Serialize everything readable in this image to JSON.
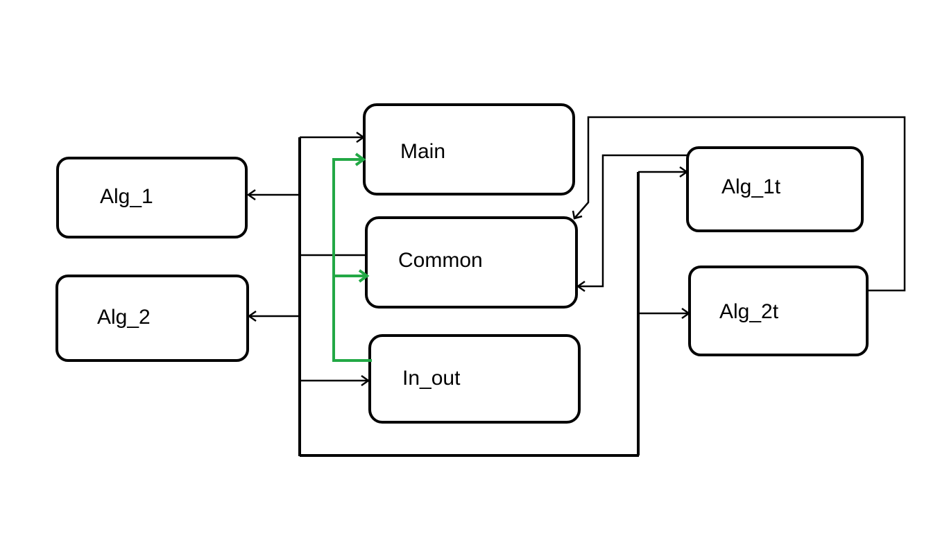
{
  "diagram": {
    "nodes": {
      "alg_1": {
        "label": "Alg_1"
      },
      "alg_2": {
        "label": "Alg_2"
      },
      "main": {
        "label": "Main"
      },
      "common": {
        "label": "Common"
      },
      "in_out": {
        "label": "In_out"
      },
      "alg_1t": {
        "label": "Alg_1t"
      },
      "alg_2t": {
        "label": "Alg_2t"
      }
    },
    "colors": {
      "line": "#000000",
      "highlight": "#22a845",
      "background": "#ffffff"
    }
  }
}
